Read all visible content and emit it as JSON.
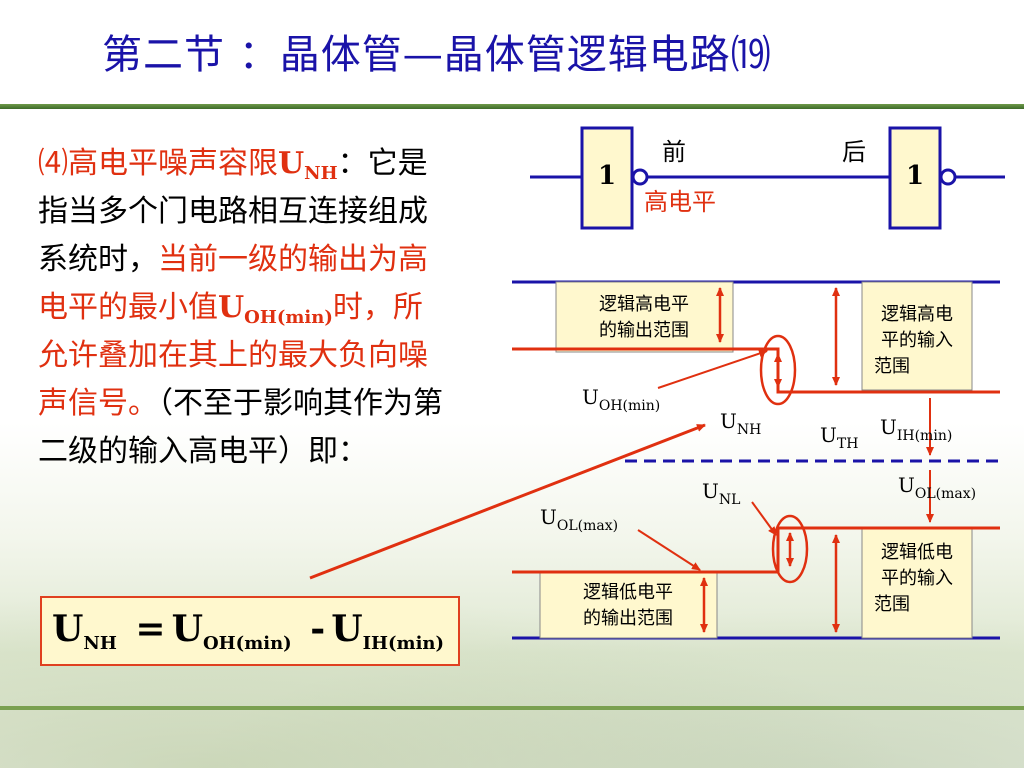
{
  "title": "第二节 ：晶体管—晶体管逻辑电路⒆",
  "paragraph": {
    "p1": "⑷高电平噪声容限",
    "p1_u": "U",
    "p1_sub": "NH",
    "p1_colon": "：",
    "p2": "它是指当多个门电路相互连接组成系统时，",
    "p3_red": "当前一级的输出为高电平的最小值",
    "p3_u": "U",
    "p3_sub": "OH(min)",
    "p3_red2": "时，所允许叠加在其上的最大负向噪声信号。",
    "p4": "（不至于影响其作为第二级的输入高电平）即："
  },
  "formula": {
    "u1": "U",
    "s1": "NH",
    "eq": "=",
    "u2": "U",
    "s2": "OH(min)",
    "minus": "-",
    "u3": "U",
    "s3": "IH(min)"
  },
  "diagram": {
    "gate1": "1",
    "gate2": "1",
    "front": "前",
    "back": "后",
    "high_level": "高电平",
    "box_out_high": [
      "逻辑高电平",
      "的输出范围"
    ],
    "box_in_high": [
      "逻辑高电",
      "平的输入",
      "范围"
    ],
    "box_out_low": [
      "逻辑低电平",
      "的输出范围"
    ],
    "box_in_low": [
      "逻辑低电",
      "平的输入",
      "范围"
    ],
    "l_uohmin": {
      "u": "U",
      "s": "OH(min)"
    },
    "l_unh": {
      "u": "U",
      "s": "NH"
    },
    "l_uth": {
      "u": "U",
      "s": "TH"
    },
    "l_uihmin": {
      "u": "U",
      "s": "IH(min)"
    },
    "l_uolmax_r": {
      "u": "U",
      "s": "OL(max)"
    },
    "l_unl": {
      "u": "U",
      "s": "NL"
    },
    "l_uolmax_l": {
      "u": "U",
      "s": "OL(max)"
    }
  },
  "colors": {
    "title": "#1a13a8",
    "red": "#e03010",
    "box_fill": "#fff8ce",
    "rule": "#6f9a4a"
  }
}
